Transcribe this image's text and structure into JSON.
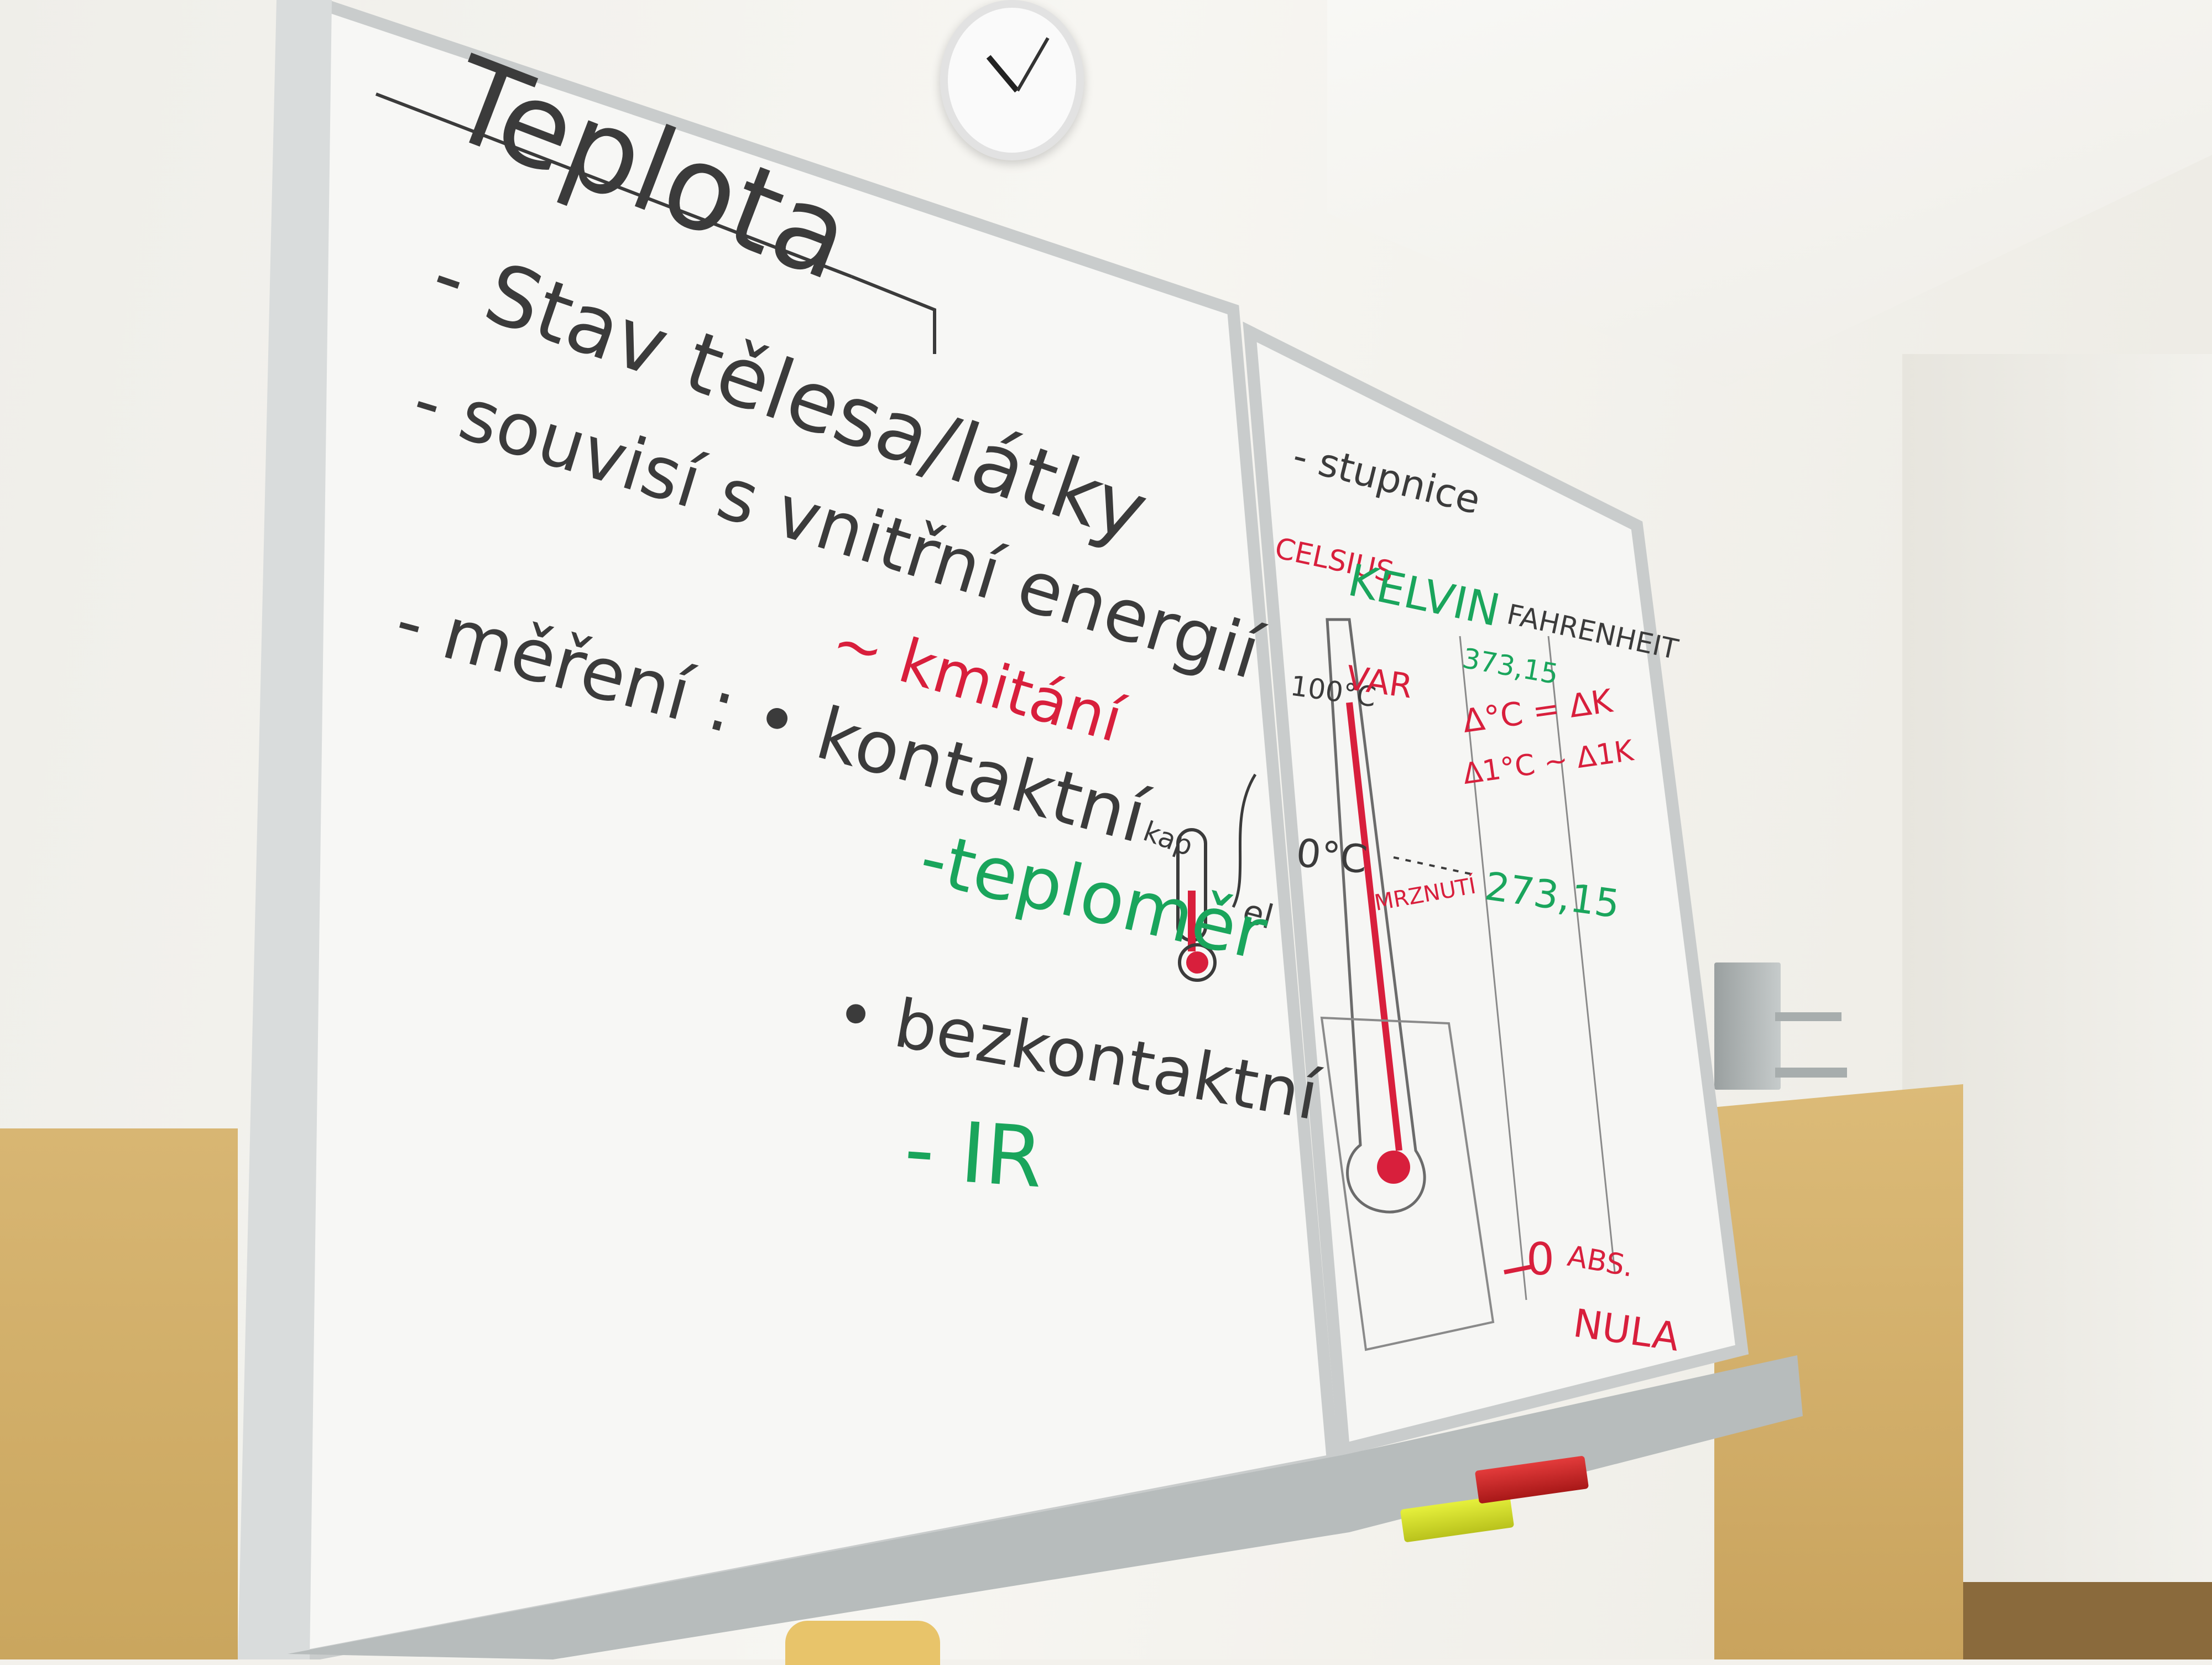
{
  "board_left": {
    "title": "Teplota",
    "line1": "- Stav tělesa/látky",
    "line2": "- souvisí s vnitřní energií",
    "line2_note": "~ kmitání",
    "line3": "- měření : • kontaktní",
    "line3_note_a": "kap",
    "line3_note_b": "el",
    "line4": "-teploměr",
    "line5": "• bezkontaktní",
    "line6": "- IR"
  },
  "board_right": {
    "header": "- stupnice",
    "scale_celsius": "CELSIUS",
    "scale_kelvin": "KELVIN",
    "scale_fahrenheit": "FAHRENHEIT",
    "label_100c": "100°C",
    "label_var": "VAR",
    "label_k_top": "373,15",
    "eq1": "Δ°C = ΔK",
    "eq2": "Δ1°C ~ Δ1K",
    "label_0c": "0°C",
    "label_k_mid": "273,15",
    "label_mrznuti": "MRZNUTÍ",
    "label_zero": "0",
    "label_abs": "ABS.",
    "label_nula": "NULA"
  },
  "colors": {
    "marker_black": "#3b3b3b",
    "marker_red": "#d81f3c",
    "marker_green": "#1aa55c",
    "wainscot": "#d1af69"
  }
}
